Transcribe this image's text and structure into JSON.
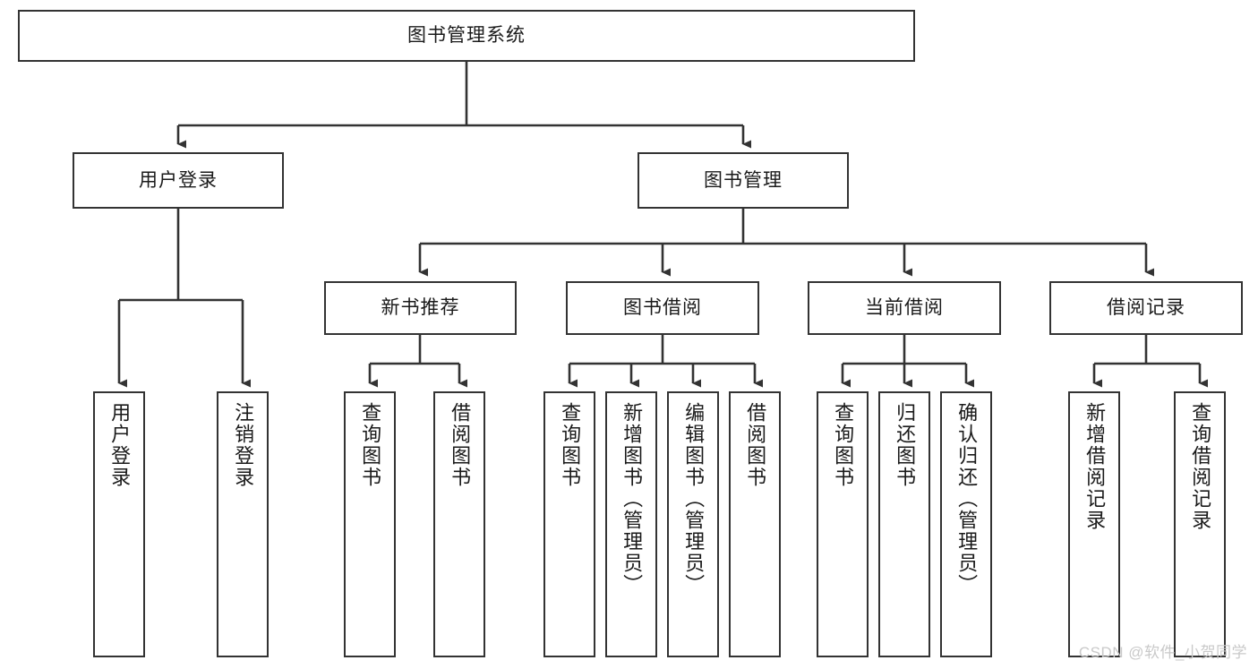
{
  "diagram": {
    "type": "tree-hierarchy",
    "title": "图书管理系统",
    "colors": {
      "box_border": "#333333",
      "box_fill": "#ffffff",
      "connector": "#333333",
      "text": "#1a1a1a",
      "watermark": "#c9c9c9",
      "background": "#ffffff"
    },
    "root": {
      "label": "图书管理系统",
      "orientation": "horizontal"
    },
    "level2": [
      {
        "label": "用户登录",
        "orientation": "horizontal"
      },
      {
        "label": "图书管理",
        "orientation": "horizontal"
      }
    ],
    "level3": [
      {
        "label": "新书推荐",
        "orientation": "horizontal"
      },
      {
        "label": "图书借阅",
        "orientation": "horizontal"
      },
      {
        "label": "当前借阅",
        "orientation": "horizontal"
      },
      {
        "label": "借阅记录",
        "orientation": "horizontal"
      }
    ],
    "leaves": {
      "user_login": [
        {
          "label": "用户登录",
          "orientation": "vertical"
        },
        {
          "label": "注销登录",
          "orientation": "vertical"
        }
      ],
      "new_book_recommend": [
        {
          "label": "查询图书",
          "orientation": "vertical"
        },
        {
          "label": "借阅图书",
          "orientation": "vertical"
        }
      ],
      "book_borrow": [
        {
          "label": "查询图书",
          "orientation": "vertical"
        },
        {
          "label": "新增图书（管理员）",
          "orientation": "vertical"
        },
        {
          "label": "编辑图书（管理员）",
          "orientation": "vertical"
        },
        {
          "label": "借阅图书",
          "orientation": "vertical"
        }
      ],
      "current_borrow": [
        {
          "label": "查询图书",
          "orientation": "vertical"
        },
        {
          "label": "归还图书",
          "orientation": "vertical"
        },
        {
          "label": "确认归还（管理员）",
          "orientation": "vertical"
        }
      ],
      "borrow_record": [
        {
          "label": "新增借阅记录",
          "orientation": "vertical"
        },
        {
          "label": "查询借阅记录",
          "orientation": "vertical"
        }
      ]
    }
  },
  "watermark": {
    "text": "CSDN @软件_小贺同学"
  }
}
